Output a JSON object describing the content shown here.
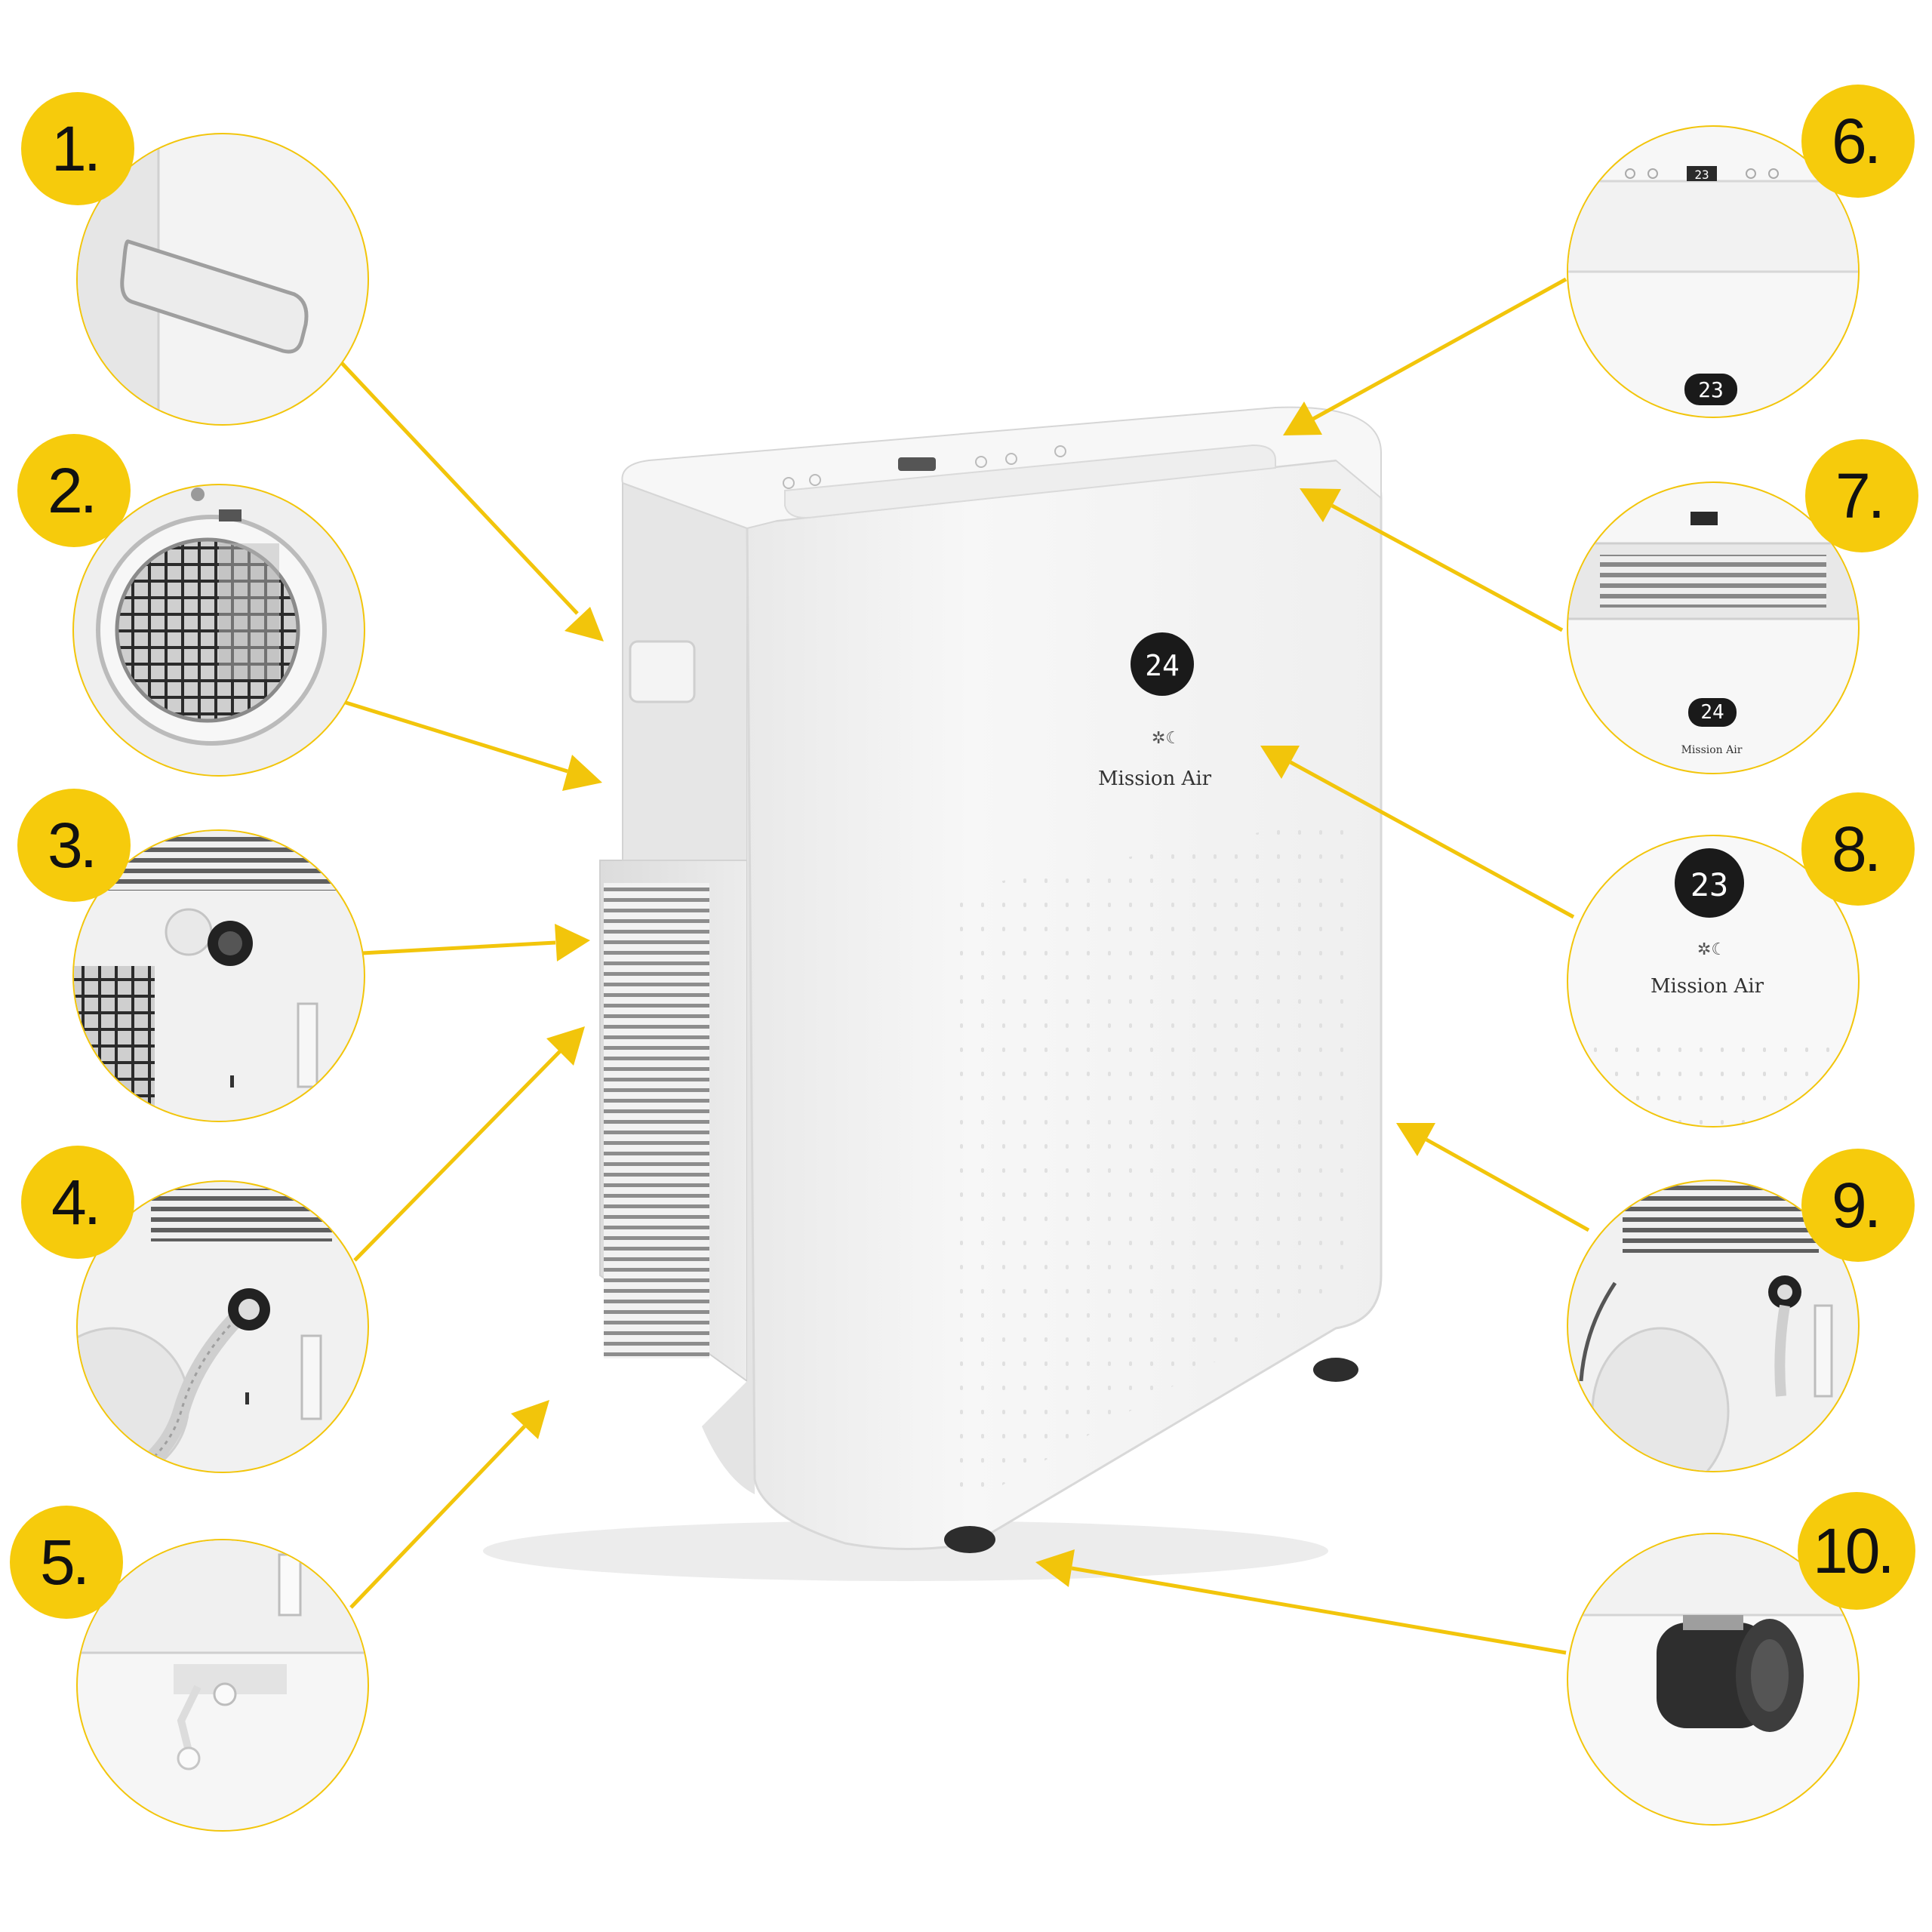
{
  "unit": {
    "display_value": "24",
    "brand_name": "Mission Air"
  },
  "callouts": [
    {
      "number": "1.",
      "part": "carry-handle"
    },
    {
      "number": "2.",
      "part": "exhaust-air-outlet"
    },
    {
      "number": "3.",
      "part": "drain-port"
    },
    {
      "number": "4.",
      "part": "drain-hose"
    },
    {
      "number": "5.",
      "part": "bottom-drain-plug"
    },
    {
      "number": "6.",
      "part": "top-control-panel"
    },
    {
      "number": "7.",
      "part": "air-outlet-louvre"
    },
    {
      "number": "8.",
      "part": "front-led-display",
      "display_value": "23",
      "brand_name": "Mission Air"
    },
    {
      "number": "9.",
      "part": "rear-air-intake"
    },
    {
      "number": "10.",
      "part": "castor-wheel"
    }
  ],
  "detail_displays": {
    "panel_6": "23",
    "panel_7": "24"
  },
  "colors": {
    "accent": "#F6CB0C",
    "unit_body": "#F4F4F4",
    "display": "#1A1A1A"
  }
}
